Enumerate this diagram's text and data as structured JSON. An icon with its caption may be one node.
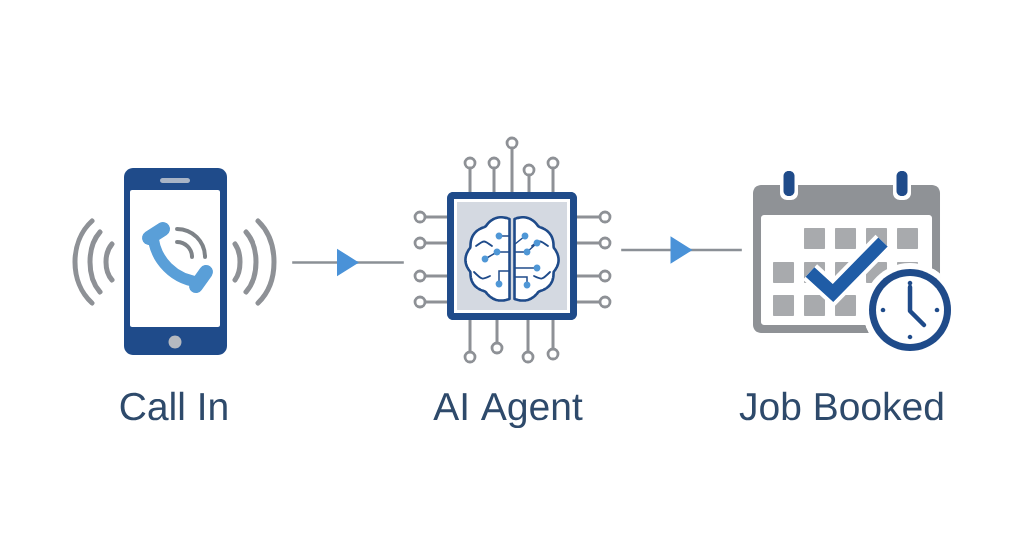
{
  "diagram": {
    "nodes": [
      {
        "text": [],
        "shape": "picture",
        "beside": [
          "Call In"
        ]
      },
      {
        "text": [],
        "shape": "picture",
        "beside": [
          "AI Agent"
        ]
      },
      {
        "text": [],
        "shape": "picture",
        "beside": [
          "Job Booked"
        ]
      }
    ],
    "edges": [
      {
        "from": 0,
        "to": 1,
        "arrow": "to"
      },
      {
        "from": 1,
        "to": 2,
        "arrow": "to"
      }
    ]
  }
}
